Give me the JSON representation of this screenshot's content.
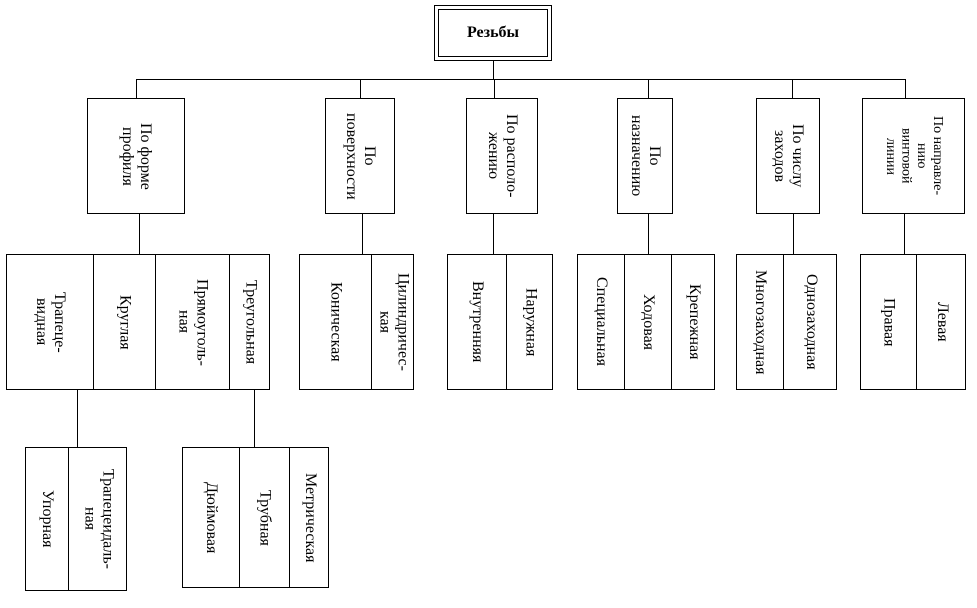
{
  "diagram": {
    "root": "Резьбы",
    "categories": [
      {
        "id": "profile",
        "label": "По форме\nпрофиля"
      },
      {
        "id": "surface",
        "label": "По\nповерхности"
      },
      {
        "id": "location",
        "label": "По располо-\nжению"
      },
      {
        "id": "purpose",
        "label": "По\nназначению"
      },
      {
        "id": "starts",
        "label": "По числу\nзаходов"
      },
      {
        "id": "direction",
        "label": "По направле-\nнию\nвинтовой\nлинии"
      }
    ],
    "groups": {
      "profile": [
        "Трапеце-\nвидная",
        "Круглая",
        "Прямоуголь-\nная",
        "Треугольная"
      ],
      "surface": [
        "Коническая",
        "Цилиндричес-\nкая"
      ],
      "location": [
        "Внутренняя",
        "Наружная"
      ],
      "purpose": [
        "Специальная",
        "Ходовая",
        "Крепежная"
      ],
      "starts": [
        "Многозаходная",
        "Однозаходная"
      ],
      "direction": [
        "Правая",
        "Левая"
      ]
    },
    "subgroups": {
      "trapezoid": [
        "Упорная",
        "Трапецеидаль-\nная"
      ],
      "triangular": [
        "Дюймовая",
        "Трубная",
        "Метрическая"
      ]
    }
  }
}
